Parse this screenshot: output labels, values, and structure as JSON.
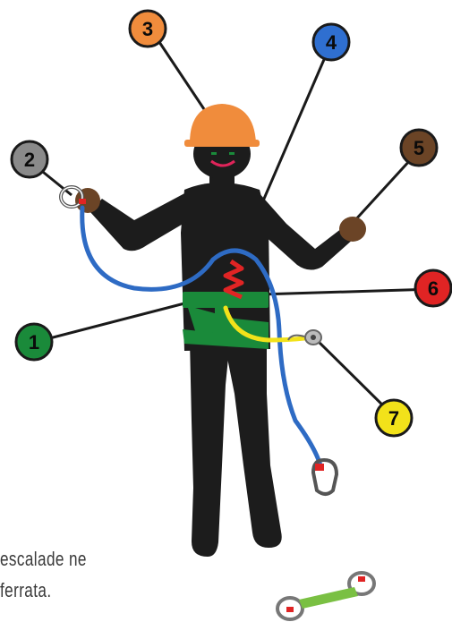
{
  "callouts": [
    {
      "number": "1",
      "color": "#1a8a3a",
      "text_color": "#0b0b0b"
    },
    {
      "number": "2",
      "color": "#8a8a8a",
      "text_color": "#0b0b0b"
    },
    {
      "number": "3",
      "color": "#f08c3c",
      "text_color": "#0b0b0b"
    },
    {
      "number": "4",
      "color": "#2f6fd0",
      "text_color": "#0b0b0b"
    },
    {
      "number": "5",
      "color": "#6b4426",
      "text_color": "#0b0b0b"
    },
    {
      "number": "6",
      "color": "#e02424",
      "text_color": "#0b0b0b"
    },
    {
      "number": "7",
      "color": "#f2e21a",
      "text_color": "#0b0b0b"
    }
  ],
  "caption": {
    "line1": "escalade ne",
    "line2": "ferrata."
  },
  "colors": {
    "body": "#1c1c1c",
    "helmet": "#f08c3c",
    "harness": "#1a8a3a",
    "lanyard_blue": "#2e6bc4",
    "lanyard_yellow": "#f2e21a",
    "absorber_red": "#e02424",
    "glove": "#6b4426"
  }
}
